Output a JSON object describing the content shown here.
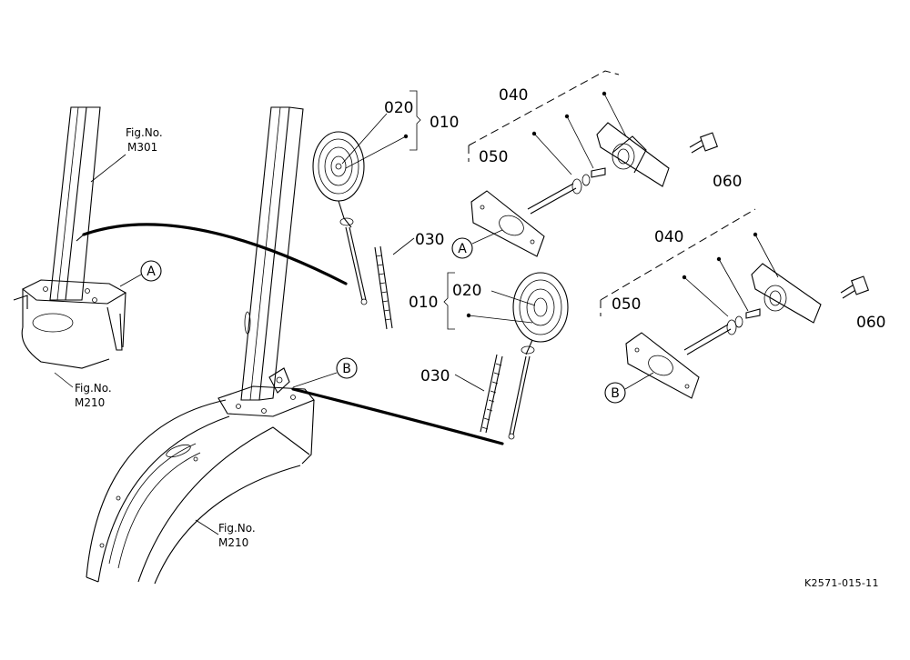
{
  "diagram": {
    "part_numbers": {
      "p010": "010",
      "p020": "020",
      "p030": "030",
      "p040": "040",
      "p050": "050",
      "p060": "060"
    },
    "references": {
      "fig_label": "Fig.No.",
      "m301": "M301",
      "m210": "M210"
    },
    "callouts": {
      "a": "A",
      "b": "B"
    },
    "drawing_code": "K2571-015-11"
  }
}
